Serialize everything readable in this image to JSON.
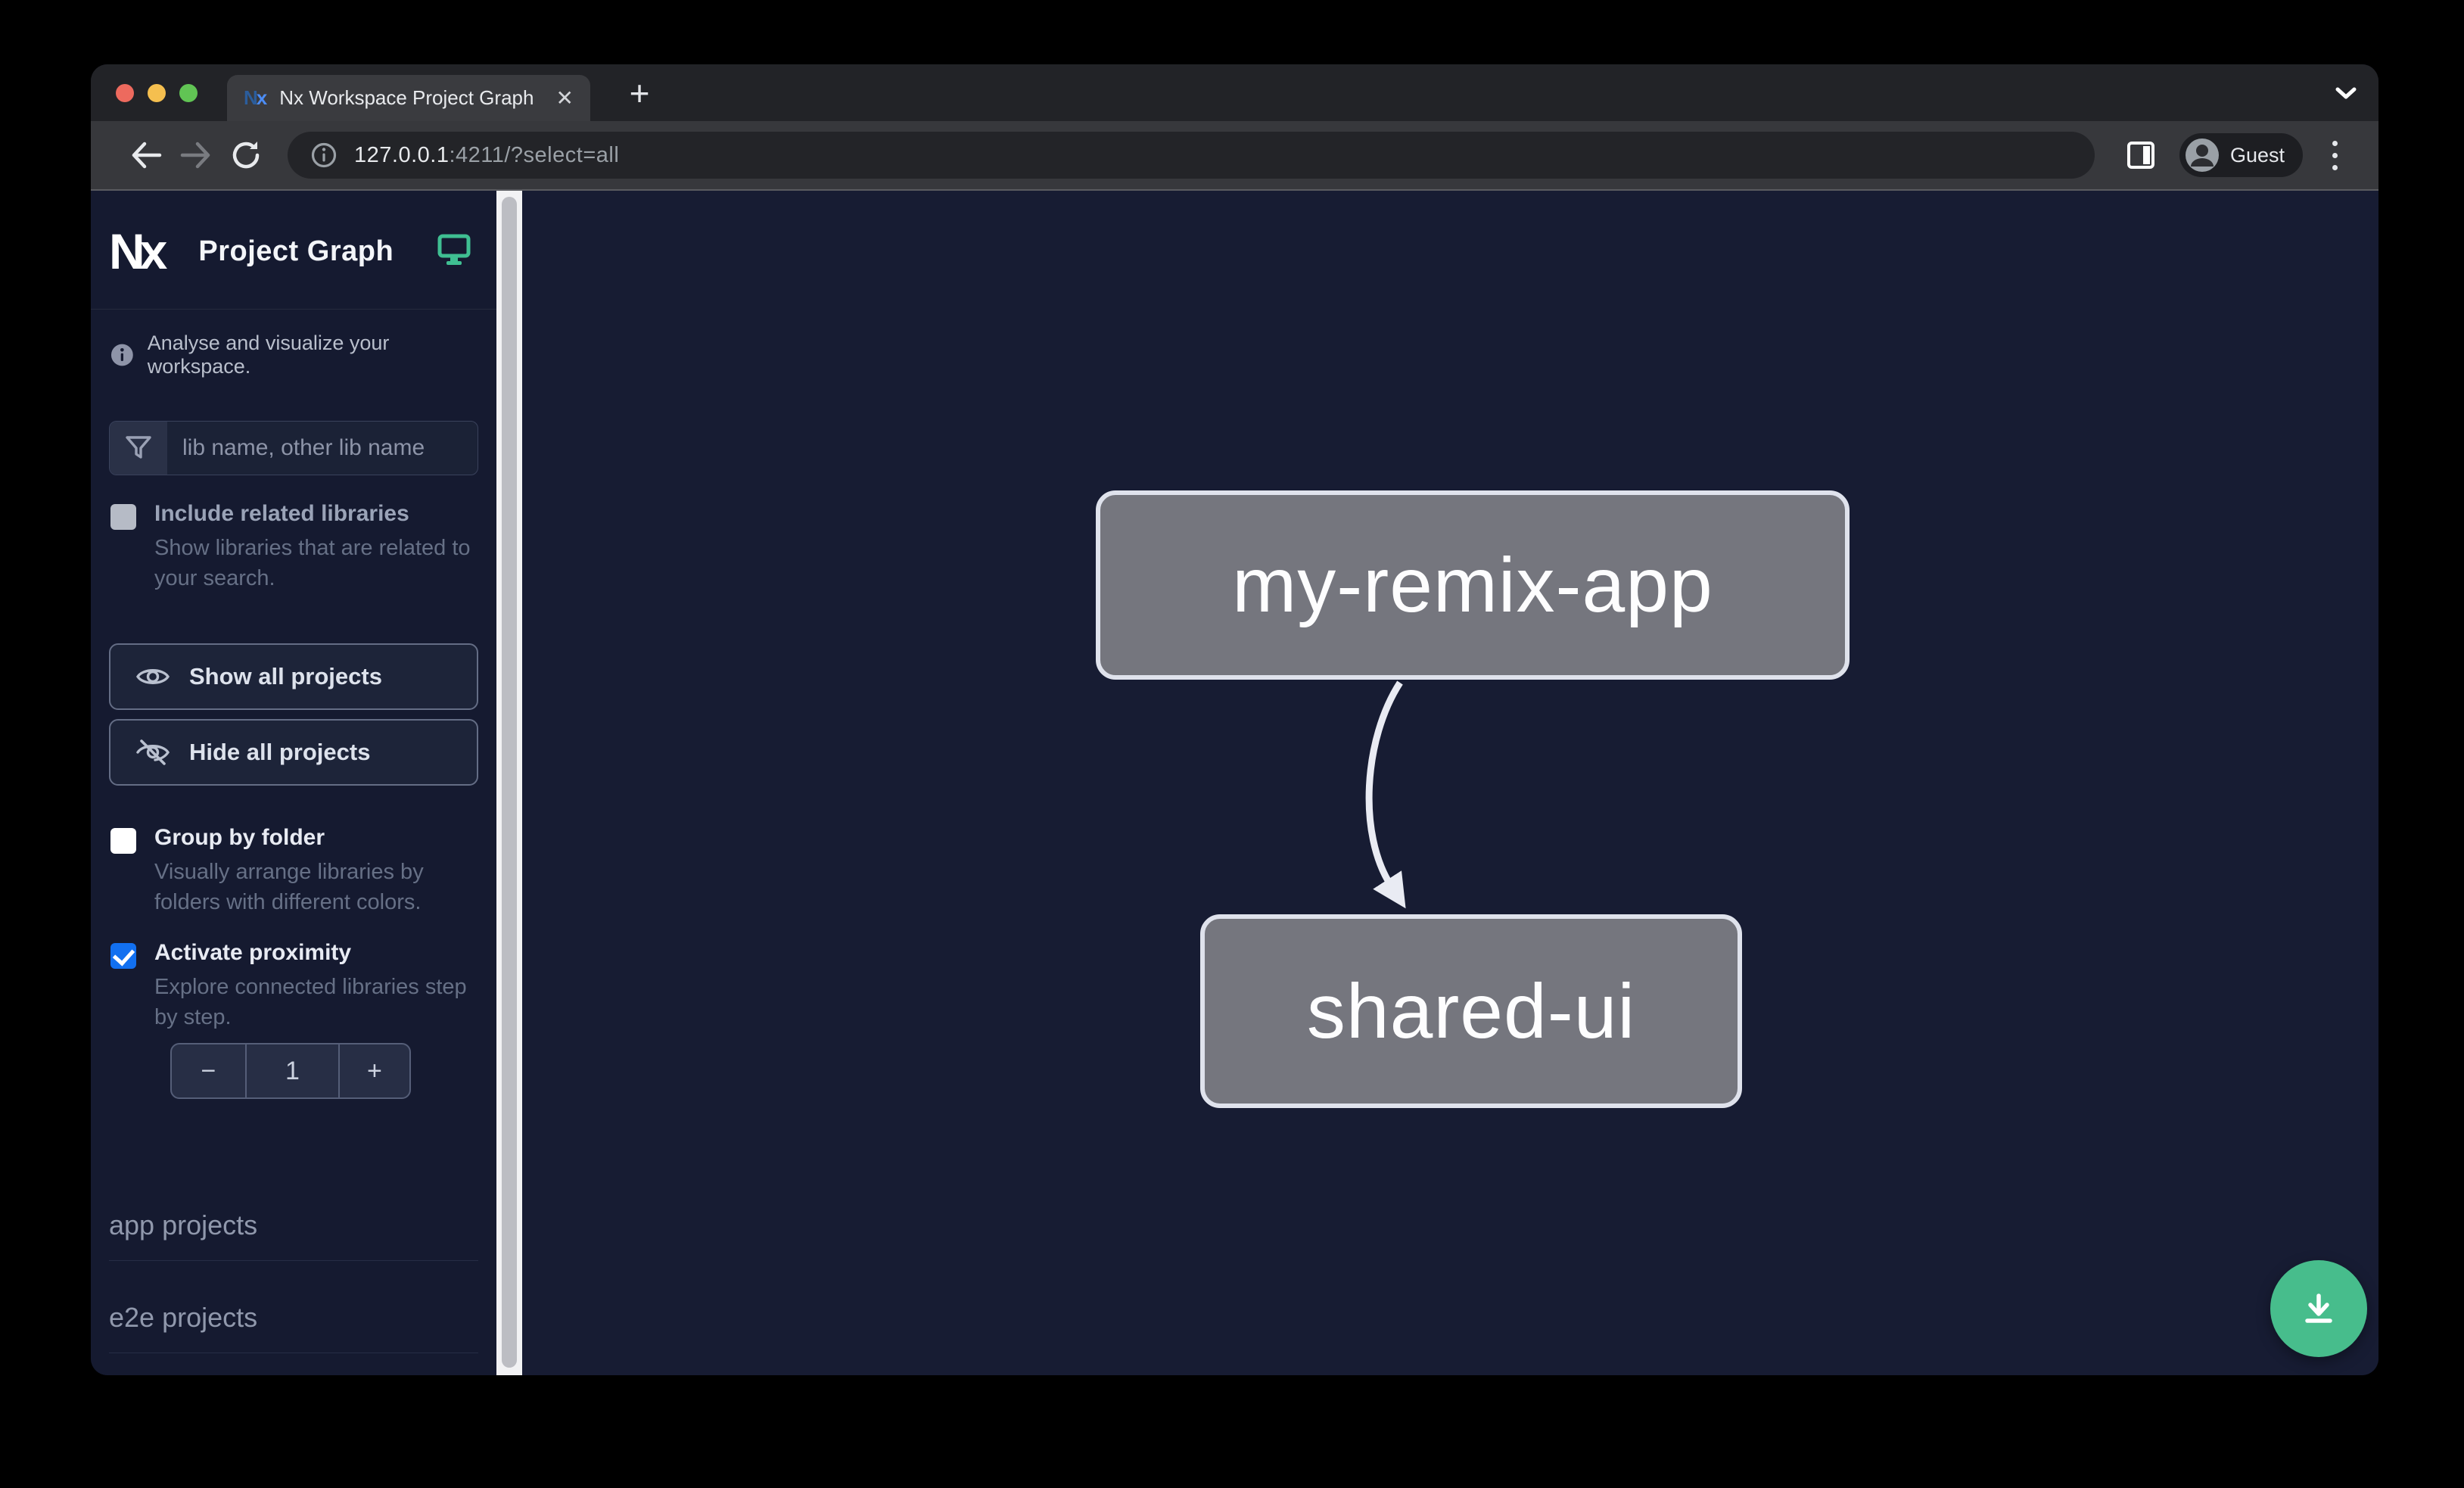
{
  "browser": {
    "tab_title": "Nx Workspace Project Graph",
    "tab_close": "✕",
    "new_tab": "+",
    "favicon_text": {
      "n": "N",
      "x": "x"
    },
    "url": {
      "host": "127.0.0.1",
      "rest": ":4211/?select=all"
    },
    "profile_label": "Guest"
  },
  "sidebar": {
    "logo_text": "Nx",
    "app_title": "Project Graph",
    "tagline": "Analyse and visualize your workspace.",
    "filter": {
      "placeholder": "lib name, other lib name"
    },
    "include_related": {
      "label": "Include related libraries",
      "description": "Show libraries that are related to your search.",
      "checked": false
    },
    "show_all_label": "Show all projects",
    "hide_all_label": "Hide all projects",
    "group_by_folder": {
      "label": "Group by folder",
      "description": "Visually arrange libraries by folders with different colors.",
      "checked": false
    },
    "activate_proximity": {
      "label": "Activate proximity",
      "description": "Explore connected libraries step by step.",
      "checked": true
    },
    "proximity": {
      "decrement": "−",
      "value": "1",
      "increment": "+"
    },
    "sections": [
      "app projects",
      "e2e projects"
    ]
  },
  "graph": {
    "nodes": [
      {
        "label": "my-remix-app"
      },
      {
        "label": "shared-ui"
      }
    ],
    "edges": [
      {
        "from": "my-remix-app",
        "to": "shared-ui"
      }
    ]
  },
  "colors": {
    "accent_blue": "#1270f0",
    "fab_green": "#47bd8c",
    "logo_monitor_green": "#3fbf92",
    "node_fill": "#75767e",
    "node_border": "#dfe2ec",
    "canvas_bg": "#171c33",
    "sidebar_bg": "#151a30",
    "traffic_red": "#ed6a5e",
    "traffic_yellow": "#f5bf4f",
    "traffic_green": "#61c454"
  }
}
